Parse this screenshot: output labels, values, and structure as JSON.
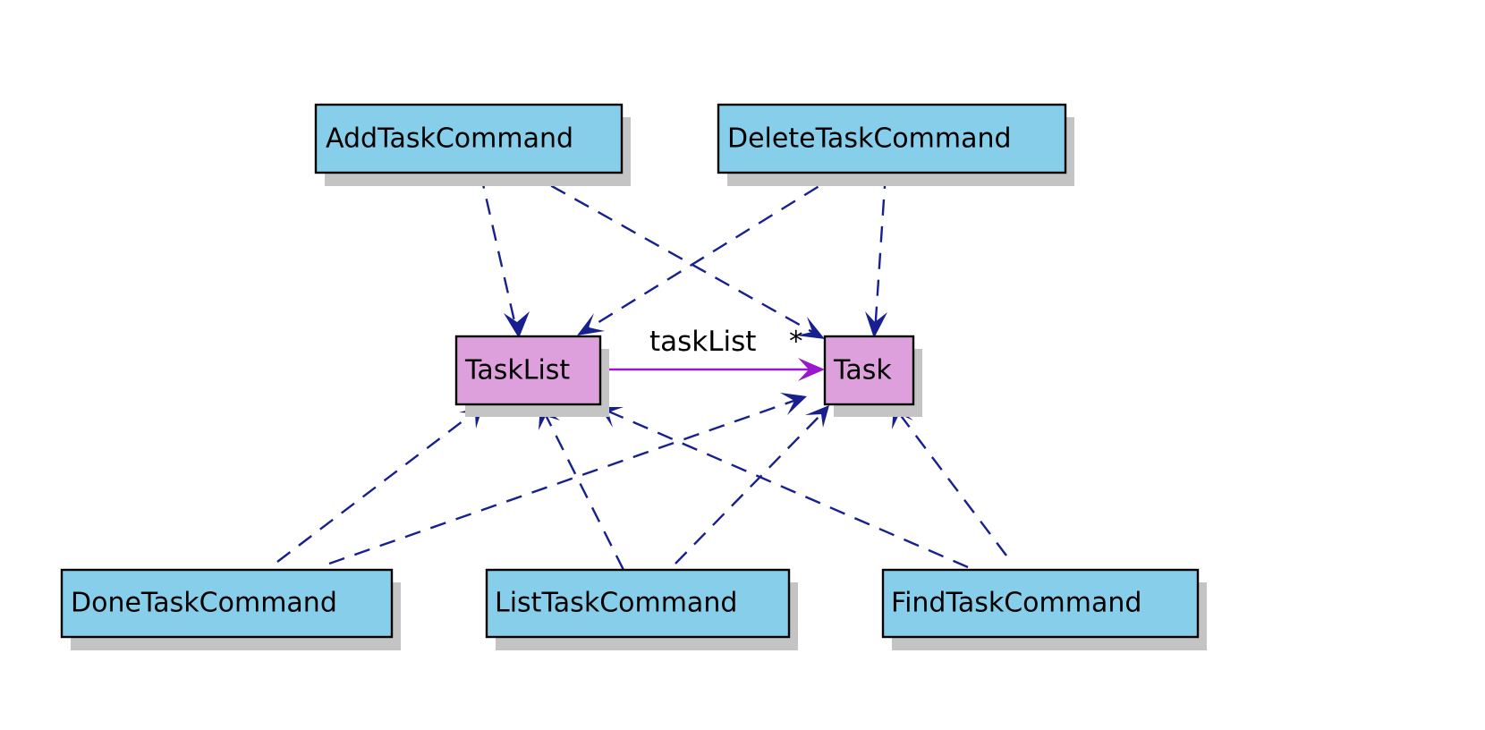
{
  "colors": {
    "command_fill": "#87ceeb",
    "model_fill": "#dda0dd",
    "dependency_stroke": "#181f8e",
    "association_stroke": "#9a17cc",
    "border": "#000000",
    "shadow": "#c4c4c4"
  },
  "nodes": {
    "add_task_command": "AddTaskCommand",
    "delete_task_command": "DeleteTaskCommand",
    "task_list": "TaskList",
    "task": "Task",
    "done_task_command": "DoneTaskCommand",
    "list_task_command": "ListTaskCommand",
    "find_task_command": "FindTaskCommand"
  },
  "association": {
    "label": "taskList",
    "multiplicity": "*"
  },
  "dependencies": [
    {
      "from": "AddTaskCommand",
      "to": "TaskList"
    },
    {
      "from": "AddTaskCommand",
      "to": "Task"
    },
    {
      "from": "DeleteTaskCommand",
      "to": "TaskList"
    },
    {
      "from": "DeleteTaskCommand",
      "to": "Task"
    },
    {
      "from": "DoneTaskCommand",
      "to": "TaskList"
    },
    {
      "from": "DoneTaskCommand",
      "to": "Task"
    },
    {
      "from": "ListTaskCommand",
      "to": "TaskList"
    },
    {
      "from": "ListTaskCommand",
      "to": "Task"
    },
    {
      "from": "FindTaskCommand",
      "to": "TaskList"
    },
    {
      "from": "FindTaskCommand",
      "to": "Task"
    }
  ]
}
